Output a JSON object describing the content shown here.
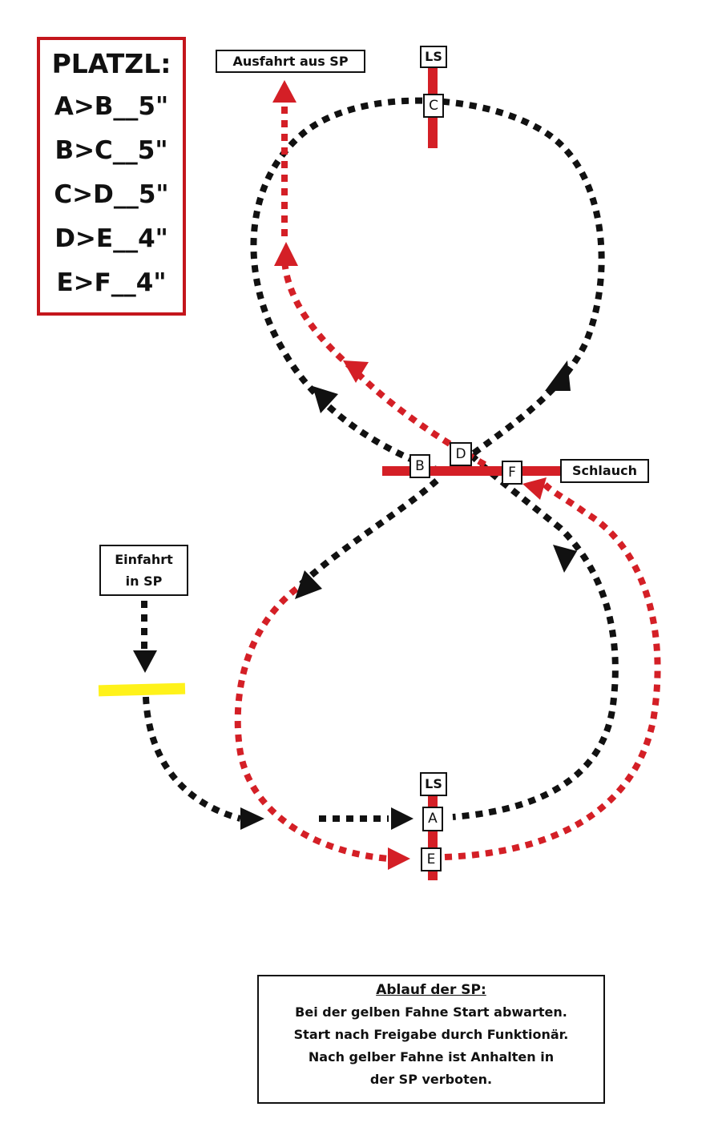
{
  "platzl": {
    "title": "PLATZL:",
    "rows": [
      "A>B__5\"",
      "B>C__5\"",
      "C>D__5\"",
      "D>E__4\"",
      "E>F__4\""
    ]
  },
  "labels": {
    "exit": "Ausfahrt aus SP",
    "entry_line1": "Einfahrt",
    "entry_line2": "in SP",
    "hose": "Schlauch",
    "ls_top": "LS",
    "ls_bottom": "LS"
  },
  "points": {
    "a": "A",
    "b": "B",
    "c": "C",
    "d": "D",
    "e": "E",
    "f": "F"
  },
  "sequence": {
    "title": "Ablauf der SP:",
    "lines": [
      "Bei der gelben Fahne Start abwarten.",
      "Start nach Freigabe durch Funktionär.",
      "Nach gelber Fahne ist Anhalten in",
      "der SP verboten."
    ]
  },
  "colors": {
    "black_route": "#111111",
    "red_route": "#d41f26",
    "yellow_flag": "#fff21a",
    "box_border": "#c4161c"
  }
}
